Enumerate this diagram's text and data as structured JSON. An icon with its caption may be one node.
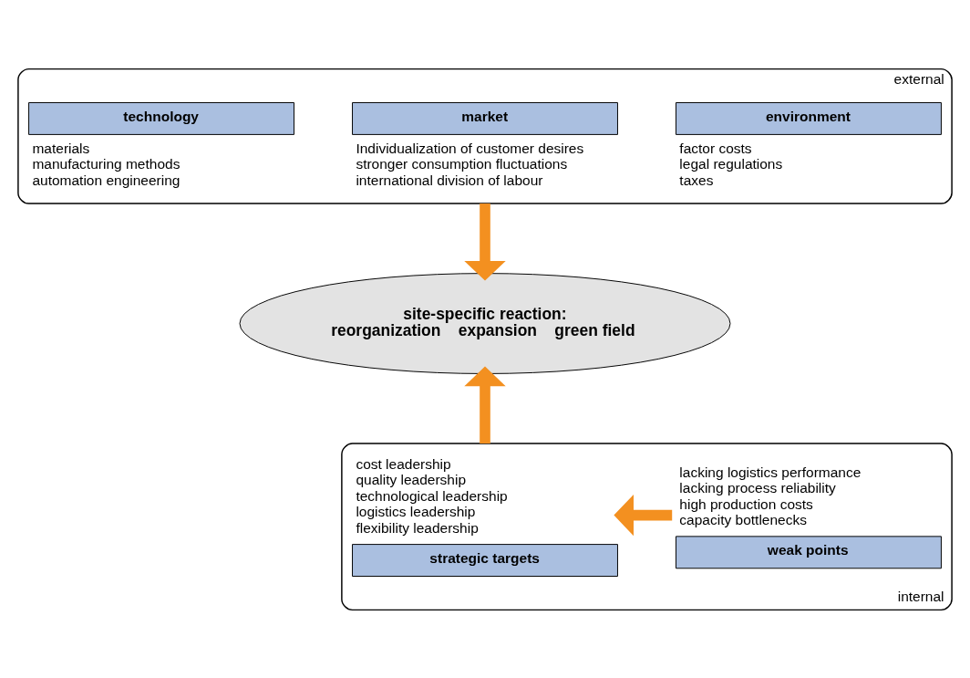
{
  "diagram": {
    "nodes": [
      {
        "text": [
          "external"
        ]
      },
      {
        "text": [
          "technology"
        ],
        "in": 0,
        "beside": [
          "materials",
          "manufacturing methods",
          "automation engineering"
        ]
      },
      {
        "text": [
          "market"
        ],
        "in": 0,
        "beside": [
          "Individualization of customer desires",
          "stronger consumption fluctuations",
          "international division of labour"
        ]
      },
      {
        "text": [
          "environment"
        ],
        "in": 0,
        "beside": [
          "factor costs",
          "legal regulations",
          "taxes"
        ]
      },
      {
        "text": [
          "site-specific reaction:",
          "reorganization",
          "expansion",
          "green field"
        ]
      },
      {
        "text": [
          "internal"
        ]
      },
      {
        "text": [
          "strategic targets"
        ],
        "in": 5,
        "beside": [
          "cost leadership",
          "quality leadership",
          "technological leadership",
          "logistics leadership",
          "flexibility leadership"
        ]
      },
      {
        "text": [
          "weak points"
        ],
        "in": 5,
        "beside": [
          "lacking logistics performance",
          "lacking process reliability",
          "high production costs",
          "capacity bottlenecks"
        ]
      }
    ],
    "edges": [
      {
        "from": 0,
        "to": 4,
        "arrow": "to"
      },
      {
        "from": 5,
        "to": 4,
        "arrow": "to"
      },
      {
        "from": 7,
        "to": 6,
        "arrow": "to"
      }
    ]
  }
}
